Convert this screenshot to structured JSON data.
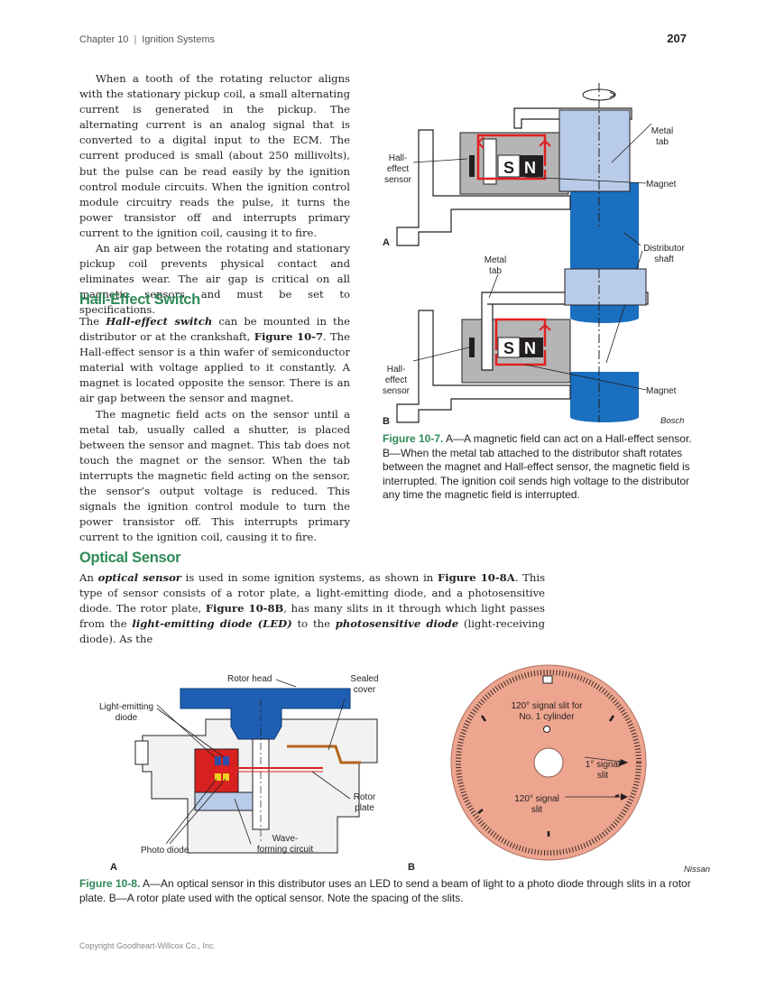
{
  "header": {
    "chapter": "Chapter 10",
    "title": "Ignition Systems",
    "page_number": "207"
  },
  "left_column": {
    "p1": "When a tooth of the rotating reluctor aligns with the stationary pickup coil, a small alternating current is generated in the pickup. The alternating current is an analog signal that is converted to a digital input to the ECM. The current produced is small (about 250 millivolts), but the pulse can be read easily by the ignition control module circuits. When the ignition control module circuitry reads the pulse, it turns the power transistor off and interrupts primary current to the ignition coil, causing it to fire.",
    "p2": "An air gap between the rotating and stationary pickup coil prevents physical contact and eliminates wear. The air gap is critical on all magnetic sensors and must be set to specifications.",
    "heading_hall": "Hall-Effect Switch",
    "p3_pre": "The ",
    "p3_term": "Hall-effect switch",
    "p3_mid": " can be mounted in the distributor or at the crankshaft, ",
    "p3_figref": "Figure 10-7",
    "p3_post": ". The Hall-effect sensor is a thin wafer of semiconductor material with voltage applied to it constantly. A magnet is located opposite the sensor. There is an air gap between the sensor and magnet.",
    "p4": "The magnetic field acts on the sensor until a metal tab, usually called a shutter, is placed between the sensor and magnet. This tab does not touch the magnet or the sensor. When the tab interrupts the magnetic field acting on the sensor, the sensor’s output voltage is reduced. This signals the ignition control module to turn the power transistor off. This interrupts primary current to the ignition coil, causing it to fire."
  },
  "optical": {
    "heading": "Optical Sensor",
    "t1": "An ",
    "term1": "optical sensor",
    "t2": " is used in some ignition systems, as shown in ",
    "ref1": "Figure 10-8A",
    "t3": ". This type of sensor consists of a rotor plate, a light-emitting diode, and a photosensitive diode. The rotor plate, ",
    "ref2": "Figure 10-8B",
    "t4": ", has many slits in it through which light passes from the ",
    "term2": "light-emitting diode (LED)",
    "t5": " to the ",
    "term3": "photosensitive diode",
    "t6": " (light-receiving diode). As the"
  },
  "figure_10_7": {
    "labels": {
      "metal_tab_a": [
        "Metal",
        "tab"
      ],
      "hall_sensor_a": [
        "Hall-",
        "effect",
        "sensor"
      ],
      "magnet_a": "Magnet",
      "panel_a": "A",
      "distributor_shaft": [
        "Distributor",
        "shaft"
      ],
      "metal_tab_b": [
        "Metal",
        "tab"
      ],
      "hall_sensor_b": [
        "Hall-",
        "effect",
        "sensor"
      ],
      "magnet_b": "Magnet",
      "panel_b": "B",
      "magnet_s": "S",
      "magnet_n": "N"
    },
    "credit": "Bosch",
    "caption_num": "Figure 10-7.",
    "caption_text": " A—A magnetic field can act on a Hall-effect sensor. B—When the metal tab attached to the distributor shaft rotates between the magnet and Hall-effect sensor, the magnetic field is interrupted. The ignition coil sends high voltage to the distributor any time the magnetic field is interrupted."
  },
  "figure_10_8": {
    "labels": {
      "rotor_head": "Rotor head",
      "sealed_cover": [
        "Sealed",
        "cover"
      ],
      "led": [
        "Light-emitting",
        "diode"
      ],
      "rotor_plate": [
        "Rotor",
        "plate"
      ],
      "wave_circuit": [
        "Wave-",
        "forming circuit"
      ],
      "photo_diode": "Photo diode",
      "slit_120_no1": [
        "120° signal slit for",
        "No. 1 cylinder"
      ],
      "slit_1deg": [
        "1° signal",
        "slit"
      ],
      "slit_120": [
        "120° signal",
        "slit"
      ],
      "panel_a": "A",
      "panel_b": "B"
    },
    "credit": "Nissan",
    "caption_num": "Figure 10-8.",
    "caption_text": " A—An optical sensor in this distributor uses an LED to send a beam of light to a photo diode through slits in a rotor plate. B—A rotor plate used with the optical sensor. Note the spacing of the slits."
  },
  "footer": "Copyright Goodheart-Willcox Co., Inc.",
  "colors": {
    "heading_green": "#2f8a57",
    "shaft_blue": "#1a6fbf",
    "tab_lightblue": "#b8cbe8",
    "magnet_grey": "#b5b5b5",
    "field_red": "#e02020",
    "rotor_head_blue": "#1f5fb3",
    "housing_red": "#d92020",
    "rotor_disc_pink": "#eda58f"
  }
}
